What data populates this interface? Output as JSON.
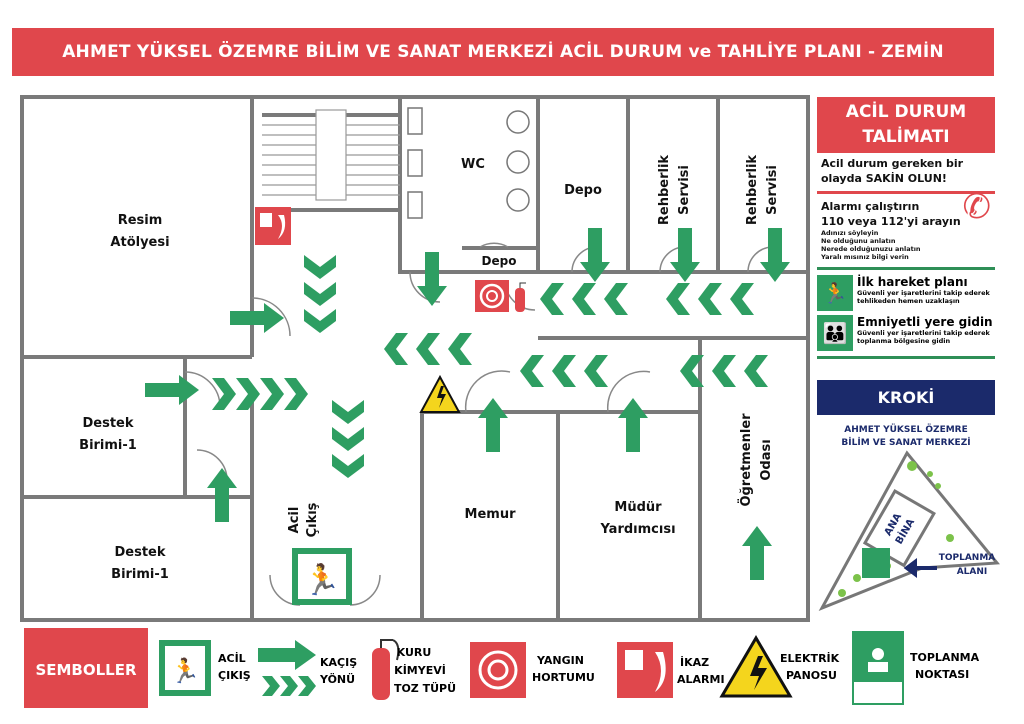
{
  "title": "AHMET YÜKSEL ÖZEMRE BİLİM VE SANAT MERKEZİ ACİL DURUM ve TAHLİYE PLANI - ZEMİN",
  "rooms": {
    "resim": [
      "Resim",
      "Atölyesi"
    ],
    "destek1": [
      "Destek",
      "Birimi-1"
    ],
    "destek2": [
      "Destek",
      "Birimi-1"
    ],
    "wc": "WC",
    "depo_small": "Depo",
    "depo": "Depo",
    "rehberlik1": [
      "Rehberlik",
      "Servisi"
    ],
    "rehberlik2": [
      "Rehberlik",
      "Servisi"
    ],
    "memur": "Memur",
    "mudur": [
      "Müdür",
      "Yardımcısı"
    ],
    "ogretmenler": [
      "Öğretmenler",
      "Odası"
    ],
    "acil_cikis": [
      "Acil",
      "Çıkış"
    ]
  },
  "instructions": {
    "header": [
      "ACİL DURUM",
      "TALİMATI"
    ],
    "calm": [
      "Acil durum gereken bir",
      "olayda SAKİN OLUN!"
    ],
    "alarm": [
      "Alarmı çalıştırın",
      "110 veya 112'yi arayın"
    ],
    "alarm_steps": [
      "Adınızı söyleyin",
      "Ne olduğunu anlatın",
      "Nerede olduğunuzu anlatın",
      "Yaralı mısınız bilgi verin"
    ],
    "first_move_title": "İlk hareket planı",
    "first_move_text": "Güvenli yer işaretlerini takip ederek tehlikeden hemen uzaklaşın",
    "safe_title": "Emniyetli yere gidin",
    "safe_text": "Güvenli yer işaretlerini takip ederek toplanma bölgesine gidin"
  },
  "kroki": {
    "header": "KROKİ",
    "name": [
      "AHMET YÜKSEL ÖZEMRE",
      "BİLİM VE SANAT MERKEZİ"
    ],
    "building": [
      "ANA",
      "BİNA"
    ],
    "assembly": [
      "TOPLANMA",
      "ALANI"
    ]
  },
  "legend": {
    "header": "SEMBOLLER",
    "items": [
      {
        "label": [
          "ACİL",
          "ÇIKIŞ"
        ],
        "icon": "emergency-exit-icon"
      },
      {
        "label": [
          "KAÇIŞ",
          "YÖNÜ"
        ],
        "icon": "escape-direction-icon"
      },
      {
        "label": [
          "KURU",
          "KİMYEVİ",
          "TOZ TÜPÜ"
        ],
        "icon": "fire-extinguisher-icon"
      },
      {
        "label": [
          "YANGIN",
          "HORTUMU"
        ],
        "icon": "fire-hose-icon"
      },
      {
        "label": [
          "İKAZ",
          "ALARMI"
        ],
        "icon": "fire-alarm-icon"
      },
      {
        "label": [
          "ELEKTRİK",
          "PANOSU"
        ],
        "icon": "electrical-panel-icon"
      },
      {
        "label": [
          "TOPLANMA",
          "NOKTASI"
        ],
        "icon": "assembly-point-icon"
      }
    ]
  },
  "colors": {
    "red": "#e0474c",
    "green": "#2e9e62",
    "navy": "#1b2a6b",
    "wall": "#7a7a7a"
  }
}
